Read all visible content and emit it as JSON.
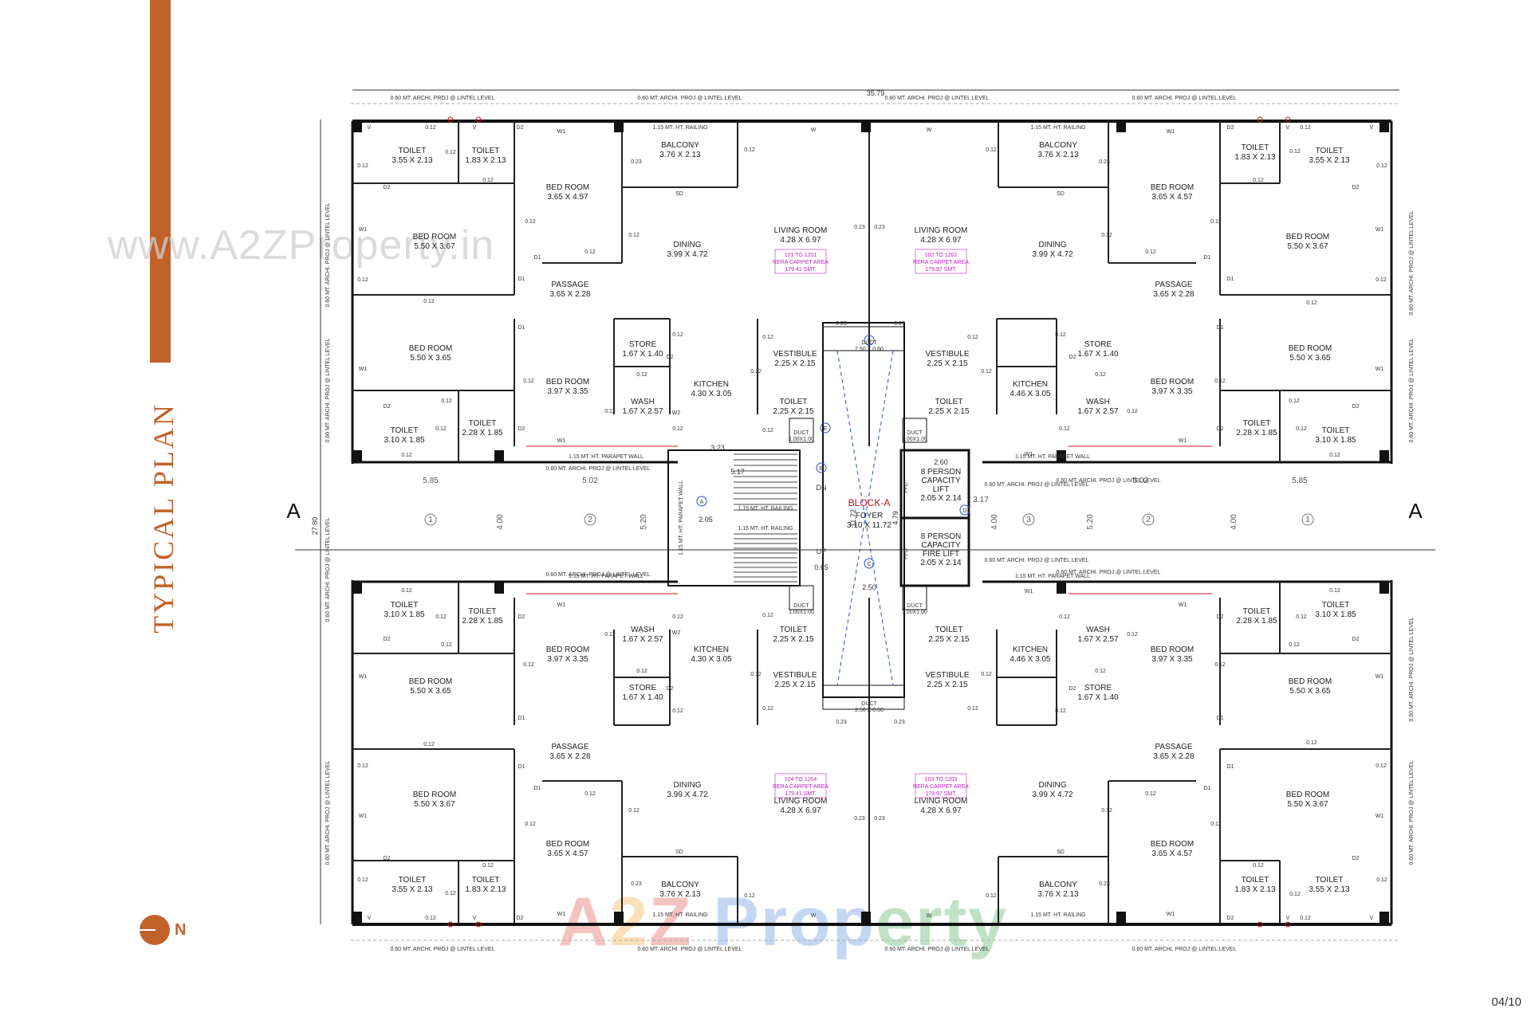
{
  "page": {
    "title": "TYPICAL PLAN",
    "page_number": "04/10",
    "north": "N"
  },
  "colors": {
    "accent": "#c1622b",
    "wall": "#111111",
    "dim_red": "#c0141c",
    "magenta": "#c020c0",
    "grid_blue": "#2b4fd0"
  },
  "watermarks": {
    "top": "www.A2ZProperty.in",
    "bottom": [
      "A",
      "2",
      "Z",
      " Prop",
      "erty"
    ]
  },
  "dims": {
    "overall_width": "35.79",
    "overall_depth": "27.80",
    "proj": "0.60 MT. ARCHI. PROJ @ LINTEL LEVEL",
    "railing": "1.15 MT. HT. RAILING",
    "parapet": "1.15 MT. HT. PARAPET WALL"
  },
  "section": {
    "left": "A",
    "right": "A"
  },
  "core": {
    "block": "BLOCK-A",
    "foyer": "FOYER",
    "foyer_size": "3.10 X 11.72",
    "lift1": [
      "8 PERSON",
      "CAPACITY",
      "LIFT",
      "2.05 X 2.14"
    ],
    "lift2": [
      "8 PERSON",
      "CAPACITY",
      "FIRE LIFT",
      "2.05 X 2.14"
    ],
    "duct": "DUCT",
    "duct_big": "2.50 X 0.60",
    "duct_small": "1.00X1.00",
    "d_517": "5.17",
    "d_205": "2.05",
    "d_323": "3.23",
    "d_260": "2.60",
    "d_250": "2.50",
    "d_1172": "11.72",
    "d_479": "4.79",
    "d_065": "0.65",
    "up": "UP",
    "dn": "DN",
    "ffd": "FFD",
    "g1": "A",
    "g2": "B",
    "g3": "C",
    "g4": "D",
    "g5": "E",
    "g6": "F",
    "grid_row": [
      "5.85",
      "5.02",
      "3.17",
      "5.02",
      "5.85"
    ],
    "grid_mid": [
      "4.00",
      "5.20",
      "4.00",
      "5.20",
      "4.00"
    ],
    "grid_num": [
      "1",
      "2",
      "3",
      "2",
      "1"
    ]
  },
  "flats": [
    {
      "carpet": [
        "101 TO 1201",
        "RERA CARPET AREA",
        "179.41 SMT."
      ]
    },
    {
      "carpet": [
        "102 TO 1202",
        "RERA CARPET AREA",
        "179.97 SMT."
      ]
    },
    {
      "carpet": [
        "104 TO 1204",
        "RERA CARPET AREA",
        "179.41 SMT."
      ]
    },
    {
      "carpet": [
        "103 TO 1203",
        "RERA CARPET AREA",
        "179.97 SMT."
      ]
    }
  ],
  "rooms": {
    "toilet": "TOILET",
    "bed": "BED ROOM",
    "balcony": "BALCONY",
    "dining": "DINING",
    "living": "LIVING ROOM",
    "passage": "PASSAGE",
    "store": "STORE",
    "wash": "WASH",
    "kitchen": "KITCHEN",
    "vestibule": "VESTIBULE",
    "s_toilet_a": "3.55 X 2.13",
    "s_toilet_b": "1.83 X 2.13",
    "s_bed_a": "3.65 X 4.57",
    "s_bed_b": "5.50 X 3.67",
    "s_bed_c": "5.50 X 3.65",
    "s_bed_d": "3.97 X 3.35",
    "s_balcony": "3.76 X 2.13",
    "s_dining": "3.99 X 4.72",
    "s_living": "4.28 X 6.97",
    "s_passage": "3.65 X 2.28",
    "s_store": "1.67 X 1.40",
    "s_wash": "1.67 X 2.57",
    "s_kitchen_l": "4.30 X 3.05",
    "s_kitchen_r": "4.46 X 3.05",
    "s_vestibule": "2.25 X 2.15",
    "s_toilet_c": "2.25 X 2.15",
    "s_toilet_d": "3.10 X 1.85",
    "s_toilet_e": "2.28 X 1.85"
  },
  "marks": {
    "t012": "0.12",
    "t023": "0.23",
    "d1": "D1",
    "d2": "D2",
    "w": "W",
    "w1": "W1",
    "w2": "W2",
    "v": "V",
    "sd": "SD"
  }
}
